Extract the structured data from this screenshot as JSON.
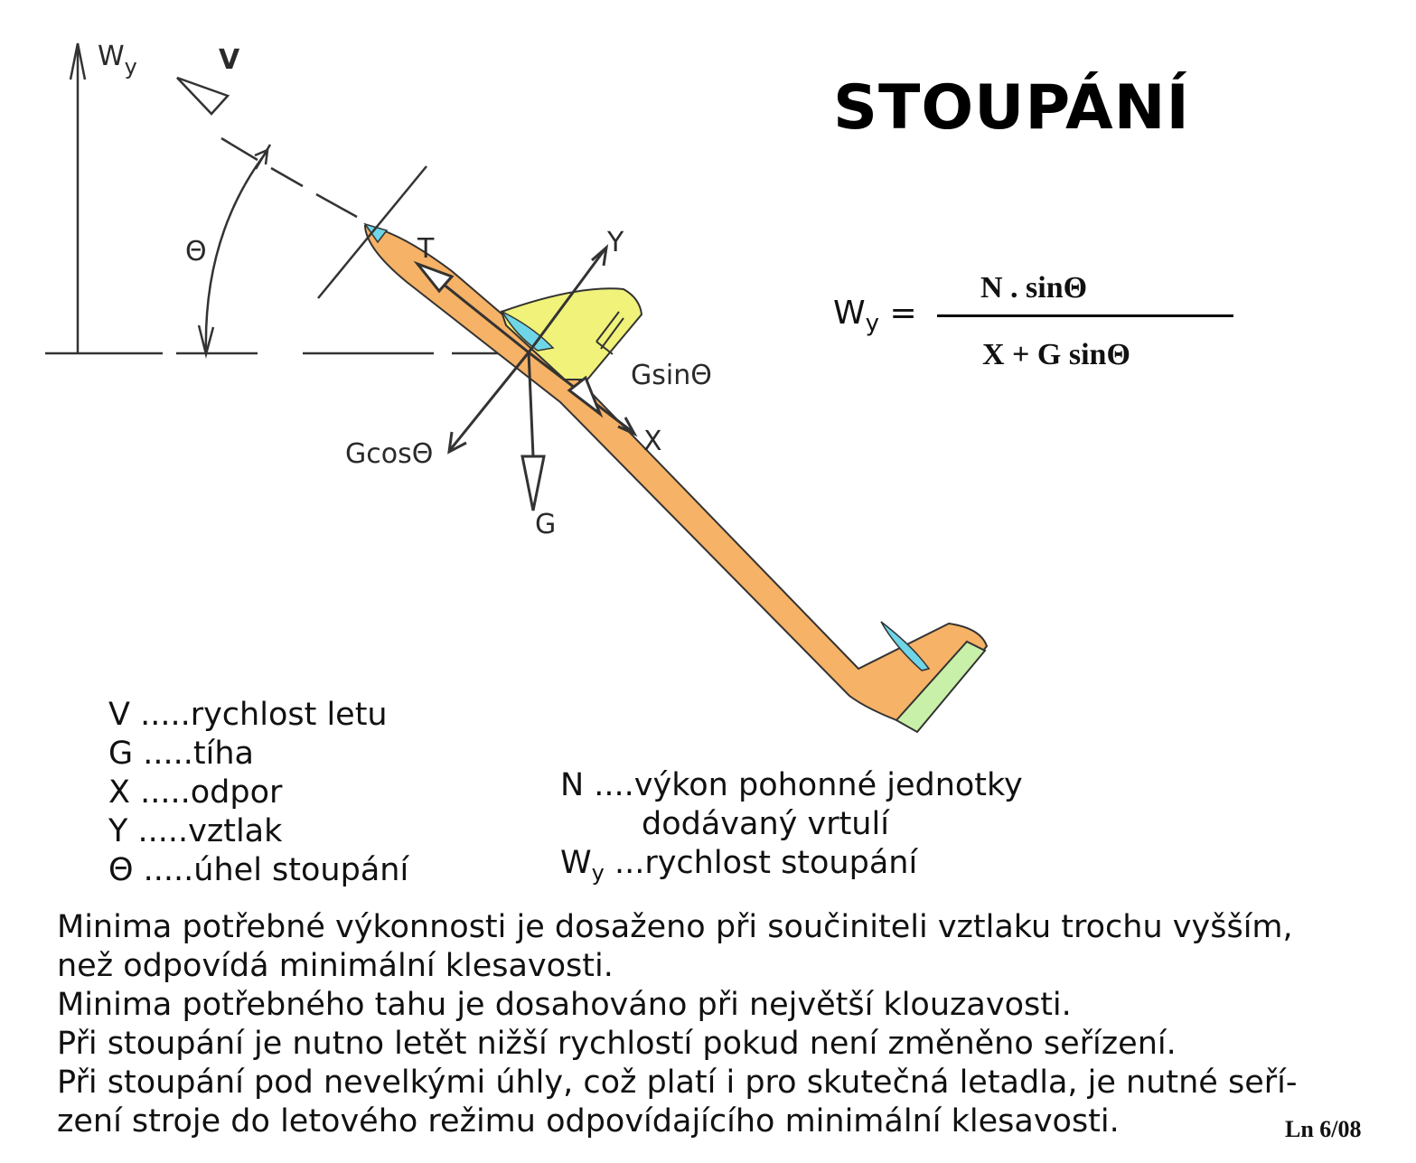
{
  "title": "STOUPÁNÍ",
  "diagram_labels": {
    "wy_axis": "W",
    "wy_axis_sub": "y",
    "velocity": "V",
    "theta": "Θ",
    "thrust": "T",
    "lift": "Y",
    "drag": "X",
    "weight": "G",
    "g_sin": "Gsin",
    "g_cos": "Gcos",
    "theta_glyph": "Θ"
  },
  "formula": {
    "lhs": "W",
    "lhs_sub": "y",
    "equals": "=",
    "numerator": "N  . sinΘ",
    "denominator": "X + G sinΘ"
  },
  "legend_left": [
    "V .....rychlost letu",
    "G .....tíha",
    "X .....odpor",
    "Y .....vztlak",
    "Θ .....úhel stoupání"
  ],
  "legend_right": {
    "n_line1": "N ....výkon pohonné jednotky",
    "n_line2": "dodávaný vrtulí",
    "wy_symbol": "W",
    "wy_sub": "y",
    "wy_text": " ...rychlost stoupání"
  },
  "notes": [
    "Minima potřebné výkonnosti je dosaženo při součiniteli vztlaku trochu vyšším,",
    "než odpovídá minimální klesavosti.",
    "Minima potřebného tahu je dosahováno při největší klouzavosti.",
    "Při stoupání je nutno letět nižší rychlostí pokud není změněno seřízení.",
    "Při stoupání pod nevelkými úhly, což platí i pro skutečná letadla, je nutné seří-",
    "zení stroje do letového režimu odpovídajícího minimální klesavosti."
  ],
  "page_ref": "Ln 6/08",
  "colors": {
    "fuselage": "#f6b266",
    "wing": "#f0f27a",
    "canopy": "#6fd6e8",
    "elevator": "#c8f0a8",
    "ink": "#2a2a2a"
  }
}
